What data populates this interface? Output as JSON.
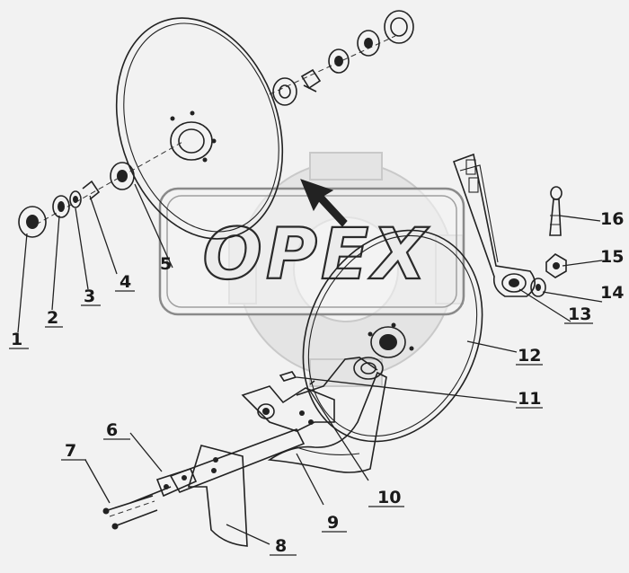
{
  "watermark": {
    "text": "OPEX"
  },
  "callouts": {
    "c1": "1",
    "c2": "2",
    "c3": "3",
    "c4": "4",
    "c5": "5",
    "c6": "6",
    "c7": "7",
    "c8": "8",
    "c9": "9",
    "c10": "10",
    "c11": "11",
    "c12": "12",
    "c13": "13",
    "c14": "14",
    "c15": "15",
    "c16": "16"
  }
}
